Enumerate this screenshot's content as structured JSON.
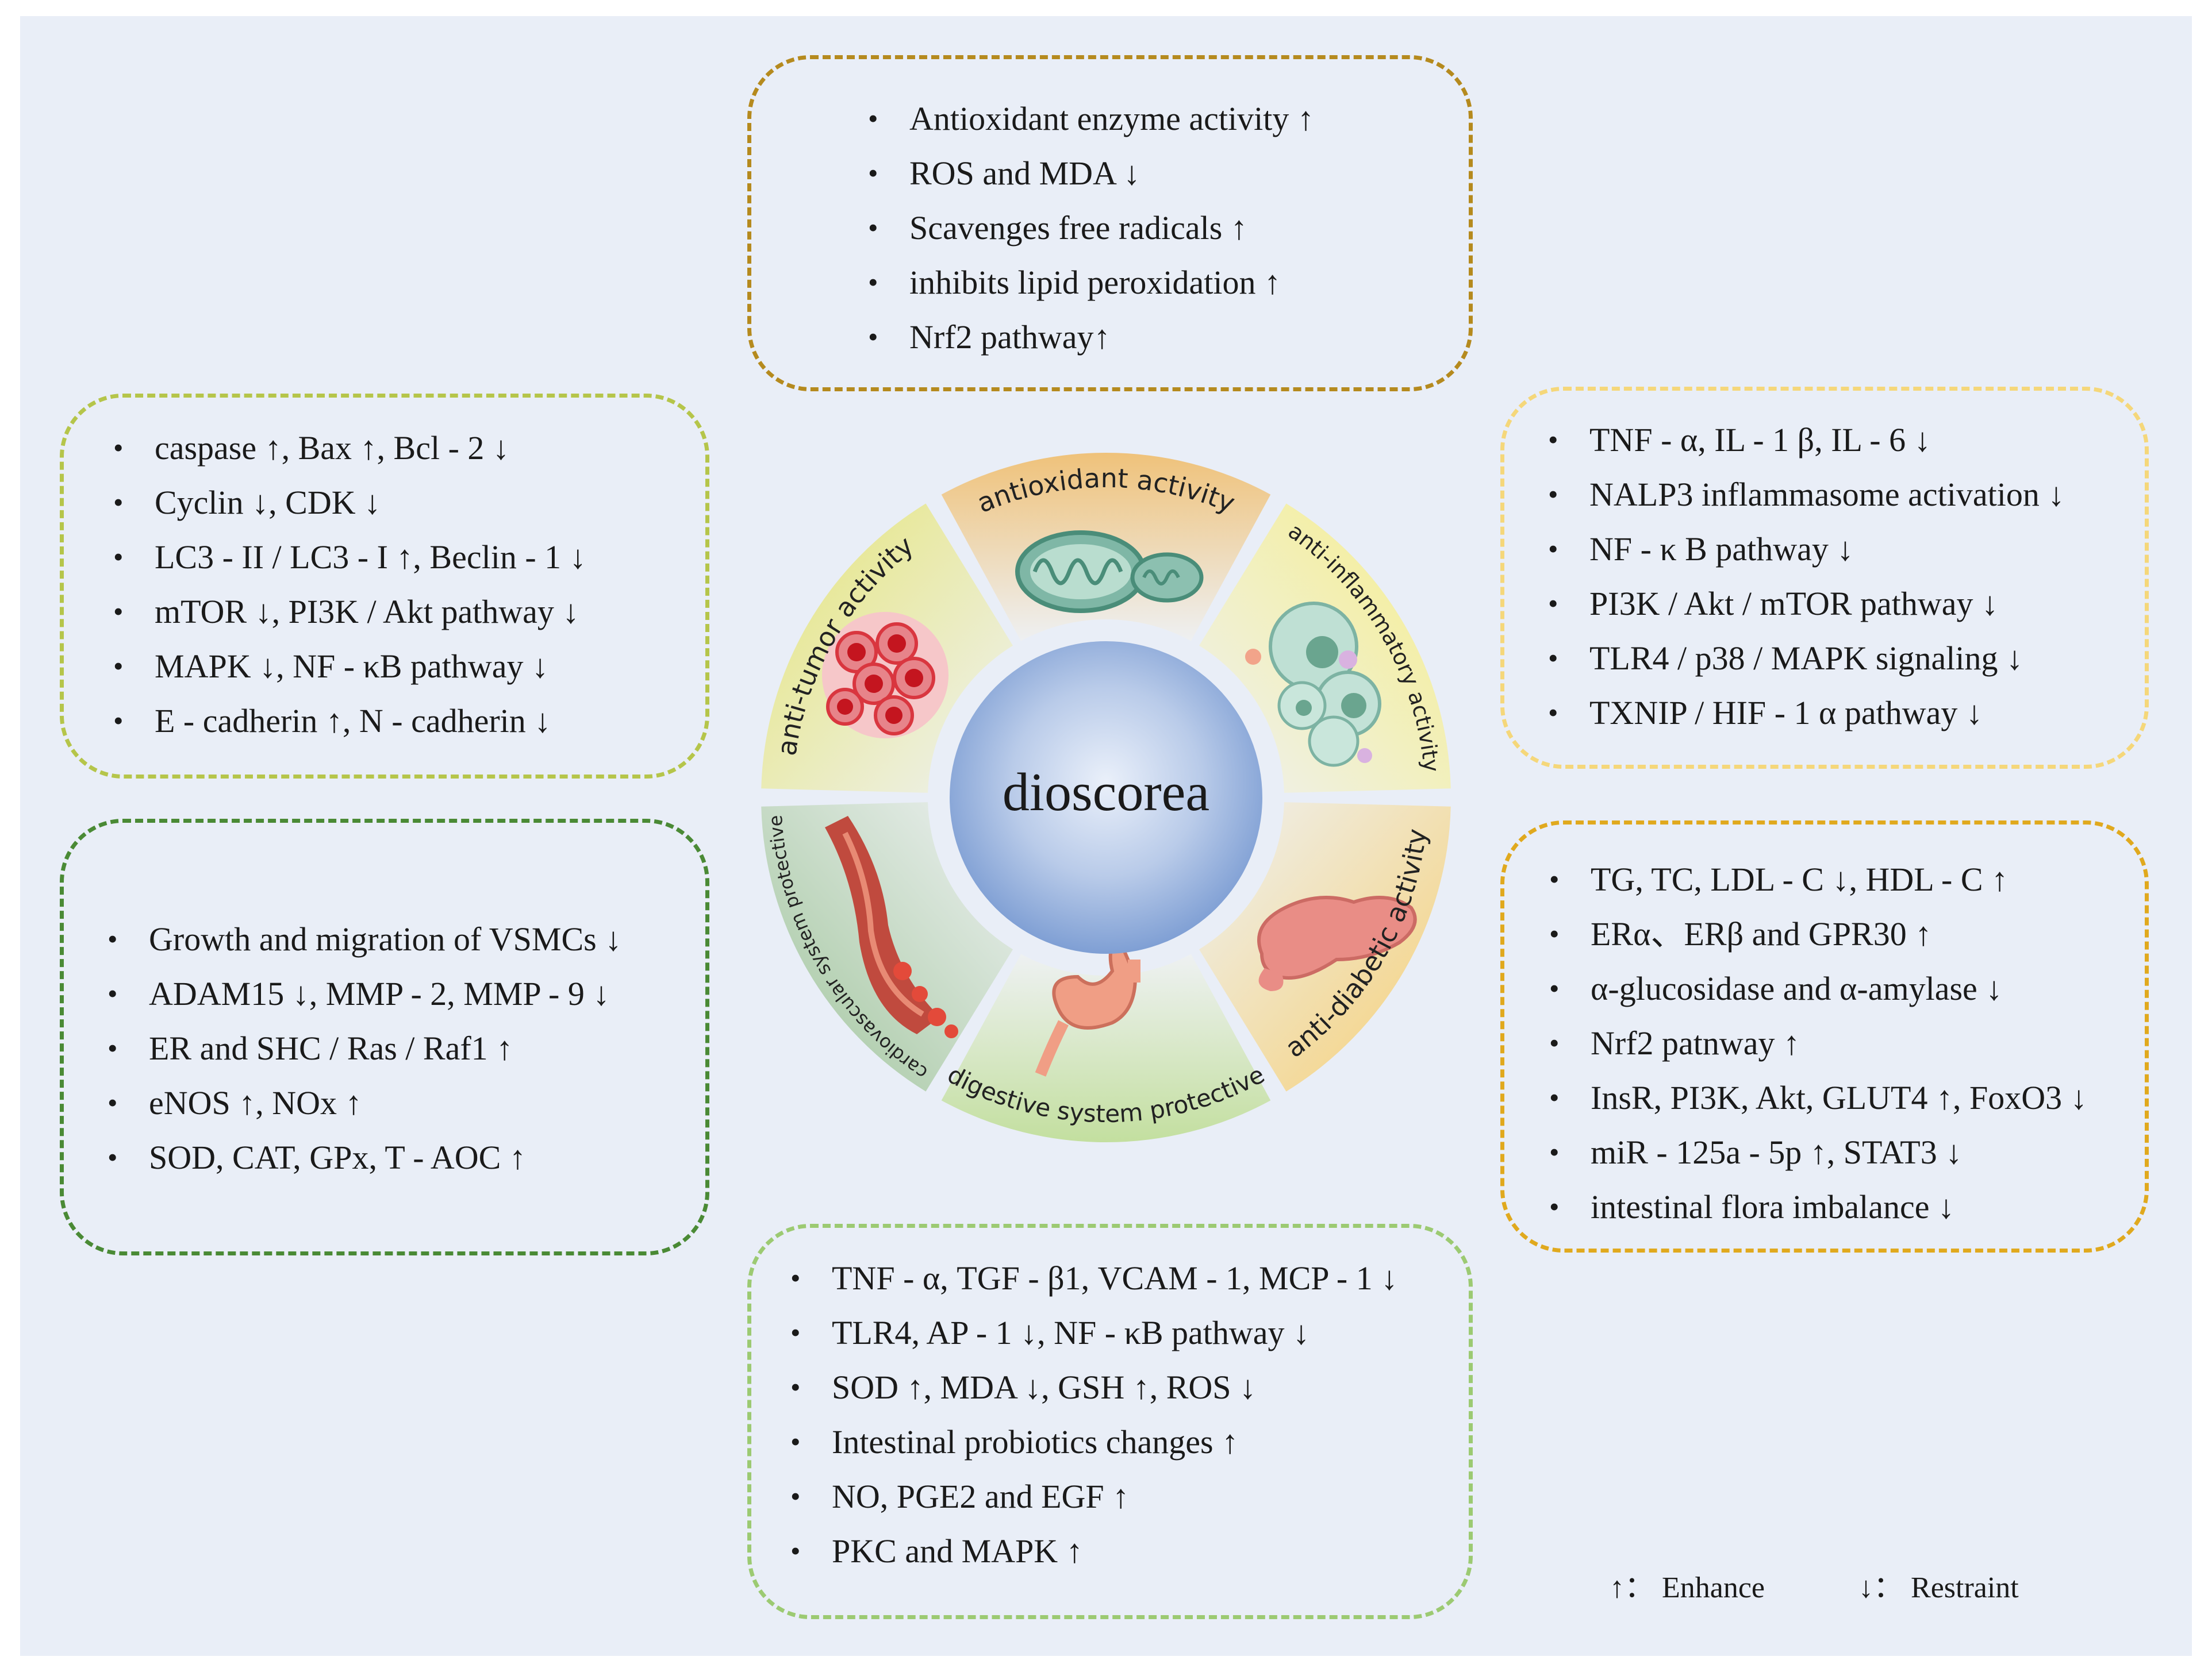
{
  "center": {
    "label": "dioscorea"
  },
  "segments": [
    {
      "label": "antioxidant activity",
      "color": "#f0c77e"
    },
    {
      "label": "anti-inflammatory activity",
      "color": "#f3ec8c"
    },
    {
      "label": "anti-diabetic activity",
      "color": "#f5d07a"
    },
    {
      "label": "digestive system protective",
      "color": "#c7e0a6"
    },
    {
      "label": "cardiovascular system protective",
      "color": "#a9c9a1"
    },
    {
      "label": "anti-tumor activity",
      "color": "#e6e67a"
    }
  ],
  "boxes": {
    "antioxidant": [
      "Antioxidant enzyme activity ↑",
      "ROS and MDA ↓",
      "Scavenges free radicals ↑",
      "inhibits lipid peroxidation ↑",
      "Nrf2 pathway↑"
    ],
    "anti_tumor": [
      "caspase ↑, Bax ↑, Bcl - 2 ↓",
      "Cyclin ↓, CDK ↓",
      "LC3 - II / LC3 - I ↑, Beclin - 1 ↓",
      "mTOR ↓, PI3K / Akt pathway ↓",
      "MAPK ↓, NF - κB pathway ↓",
      "E - cadherin ↑, N - cadherin ↓"
    ],
    "anti_inflammatory": [
      "TNF - α, IL - 1 β, IL - 6 ↓",
      "NALP3 inflammasome activation ↓",
      " NF - κ B pathway ↓",
      "PI3K / Akt / mTOR pathway ↓",
      "TLR4 / p38 / MAPK signaling ↓",
      "TXNIP / HIF - 1 α pathway ↓"
    ],
    "cardiovascular": [
      "Growth and migration of VSMCs ↓",
      "ADAM15 ↓, MMP - 2, MMP - 9 ↓",
      "ER and SHC / Ras / Raf1 ↑",
      "eNOS ↑, NOx ↑",
      "SOD, CAT, GPx, T - AOC ↑"
    ],
    "anti_diabetic": [
      "TG, TC, LDL - C ↓, HDL - C ↑",
      "ERα、ERβ and GPR30 ↑",
      "α-glucosidase and α-amylase ↓",
      "Nrf2 patnway ↑",
      "InsR, PI3K, Akt, GLUT4 ↑, FoxO3 ↓",
      "miR - 125a - 5p ↑, STAT3 ↓",
      "intestinal flora imbalance ↓"
    ],
    "digestive": [
      "TNF - α, TGF - β1, VCAM - 1, MCP - 1 ↓",
      "TLR4, AP - 1 ↓, NF - κB pathway ↓",
      "SOD ↑, MDA ↓, GSH ↑, ROS ↓",
      "Intestinal probiotics changes ↑",
      "NO, PGE2 and EGF ↑",
      "PKC and MAPK ↑"
    ]
  },
  "legend": {
    "enhance": "↑： Enhance",
    "restraint": "↓： Restraint"
  }
}
